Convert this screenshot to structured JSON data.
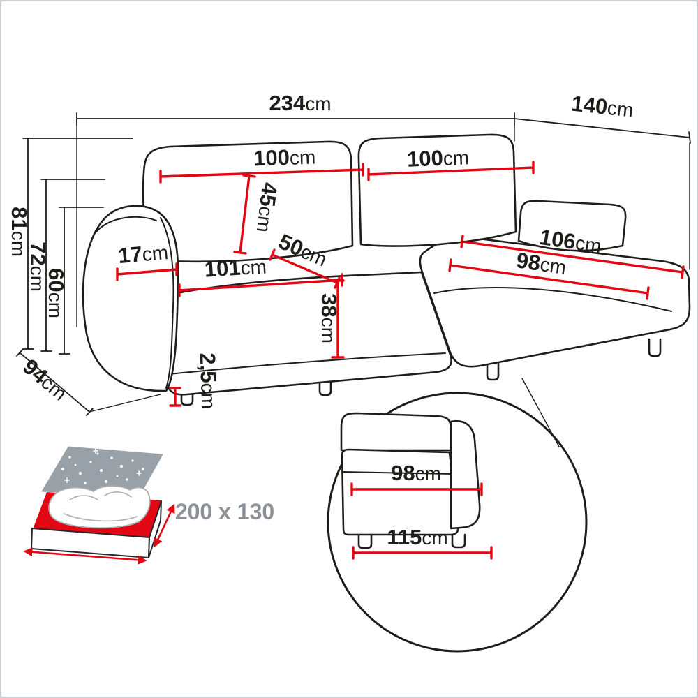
{
  "colors": {
    "accent_red": "#e30613",
    "line_ink": "#1d1d1b",
    "gray_text": "#8b9197",
    "headboard_gray": "#98a1a8",
    "blanket_stroke": "#a8aeb4"
  },
  "icons": {
    "sleeping_area_icon": "bed-with-red-mattress",
    "detail_view_icon": "magnified-armrest-cross-section"
  },
  "labels": {
    "total_width": {
      "value": "234",
      "unit": "cm"
    },
    "chaise_depth": {
      "value": "140",
      "unit": "cm"
    },
    "back_cushion_left": {
      "value": "100",
      "unit": "cm"
    },
    "back_cushion_right": {
      "value": "100",
      "unit": "cm"
    },
    "backrest_height": {
      "value": "45",
      "unit": "cm"
    },
    "seat_depth": {
      "value": "50",
      "unit": "cm"
    },
    "armrest_width": {
      "value": "17",
      "unit": "cm"
    },
    "seat_width": {
      "value": "101",
      "unit": "cm"
    },
    "chaise_length": {
      "value": "106",
      "unit": "cm"
    },
    "chaise_seat_width": {
      "value": "98",
      "unit": "cm"
    },
    "seat_height": {
      "value": "38",
      "unit": "cm"
    },
    "leg_height": {
      "value": "2,5",
      "unit": "cm"
    },
    "total_height": {
      "value": "81",
      "unit": "cm"
    },
    "armrest_height": {
      "value": "72",
      "unit": "cm"
    },
    "seat_back_height": {
      "value": "60",
      "unit": "cm"
    },
    "side_depth": {
      "value": "94",
      "unit": "cm"
    },
    "detail_seat_width": {
      "value": "98",
      "unit": "cm"
    },
    "detail_base_width": {
      "value": "115",
      "unit": "cm"
    },
    "sleeping_area": "200 x 130"
  }
}
